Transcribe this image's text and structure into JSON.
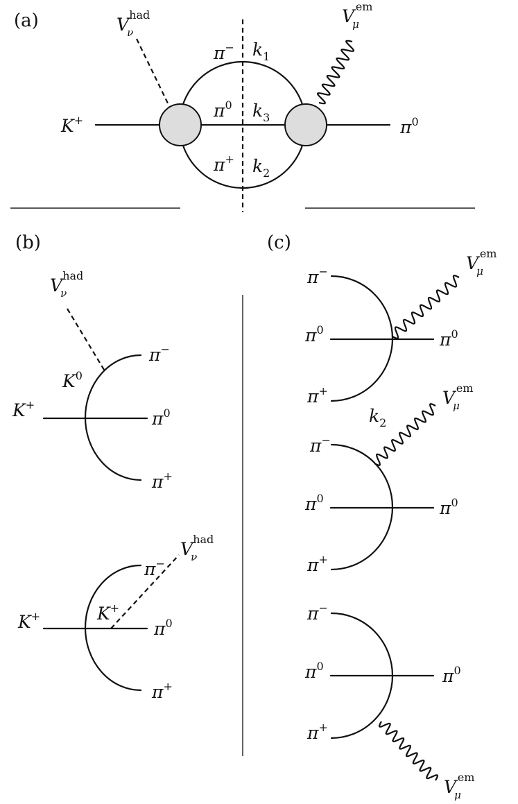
{
  "panels": {
    "a": {
      "tag": "(a)",
      "labels": {
        "V_had_base": "V",
        "V_had_sub": "ν",
        "V_had_sup": "had",
        "V_em_base": "V",
        "V_em_sub": "μ",
        "V_em_sup": "em",
        "K_in_base": "K",
        "K_in_sup": "+",
        "pi_minus_base": "π",
        "pi_minus_sup": "−",
        "pi_zero_base": "π",
        "pi_zero_sup": "0",
        "pi_plus_base": "π",
        "pi_plus_sup": "+",
        "k1_base": "k",
        "k1_sub": "1",
        "k3_base": "k",
        "k3_sub": "3",
        "k2_base": "k",
        "k2_sub": "2",
        "pi_out_base": "π",
        "pi_out_sup": "0"
      }
    },
    "b": {
      "tag": "(b)",
      "top": {
        "V_base": "V",
        "V_sub": "ν",
        "V_sup": "had",
        "K0_base": "K",
        "K0_sup": "0",
        "K_base": "K",
        "K_sup": "+",
        "pm_base": "π",
        "pm_sup": "−",
        "p0_base": "π",
        "p0_sup": "0",
        "pp_base": "π",
        "pp_sup": "+"
      },
      "bottom": {
        "V_base": "V",
        "V_sub": "ν",
        "V_sup": "had",
        "Kin_base": "K",
        "Kin_sup": "+",
        "Kmid_base": "K",
        "Kmid_sup": "+",
        "pm_base": "π",
        "pm_sup": "−",
        "p0_base": "π",
        "p0_sup": "0",
        "pp_base": "π",
        "pp_sup": "+"
      }
    },
    "c": {
      "tag": "(c)",
      "d1": {
        "V_base": "V",
        "V_sub": "μ",
        "V_sup": "em",
        "pm_base": "π",
        "pm_sup": "−",
        "p0_base": "π",
        "p0_sup": "0",
        "pp_base": "π",
        "pp_sup": "+",
        "pout_base": "π",
        "pout_sup": "0"
      },
      "d2": {
        "V_base": "V",
        "V_sub": "μ",
        "V_sup": "em",
        "k_base": "k",
        "k_sub": "2",
        "pm_base": "π",
        "pm_sup": "−",
        "p0_base": "π",
        "p0_sup": "0",
        "pp_base": "π",
        "pp_sup": "+",
        "pout_base": "π",
        "pout_sup": "0"
      },
      "d3": {
        "V_base": "V",
        "V_sub": "μ",
        "V_sup": "em",
        "pm_base": "π",
        "pm_sup": "−",
        "p0_base": "π",
        "p0_sup": "0",
        "pp_base": "π",
        "pp_sup": "+",
        "pout_base": "π",
        "pout_sup": "0"
      }
    }
  }
}
